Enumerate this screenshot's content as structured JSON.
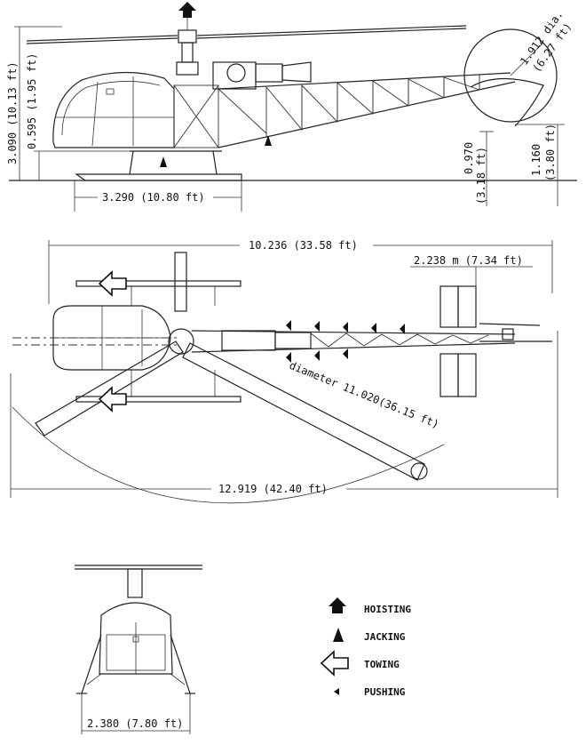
{
  "dimensions": {
    "side_height_overall": "3.090 (10.13 ft)",
    "side_skid_height": "0.595 (1.95 ft)",
    "side_skid_length": "3.290 (10.80 ft)",
    "side_tail_rotor_dia": "1.912 dia.",
    "side_tail_rotor_dia_ft": "(6.27 ft)",
    "side_tail_low": "0.970",
    "side_tail_low_ft": "(3.18 ft)",
    "side_tail_high": "1.160",
    "side_tail_high_ft": "(3.80 ft)",
    "top_fuselage_length": "10.236 (33.58 ft)",
    "top_stabilizer_span": "2.238 m (7.34 ft)",
    "top_rotor_diameter": "diameter 11.020(36.15 ft)",
    "top_overall_length": "12.919 (42.40 ft)",
    "front_skid_width": "2.380 (7.80 ft)"
  },
  "legend": [
    {
      "symbol": "hoisting-arrow",
      "label": "HOISTING"
    },
    {
      "symbol": "jacking-arrow",
      "label": "JACKING"
    },
    {
      "symbol": "towing-arrow",
      "label": "TOWING"
    },
    {
      "symbol": "pushing-arrow",
      "label": "PUSHING"
    }
  ]
}
